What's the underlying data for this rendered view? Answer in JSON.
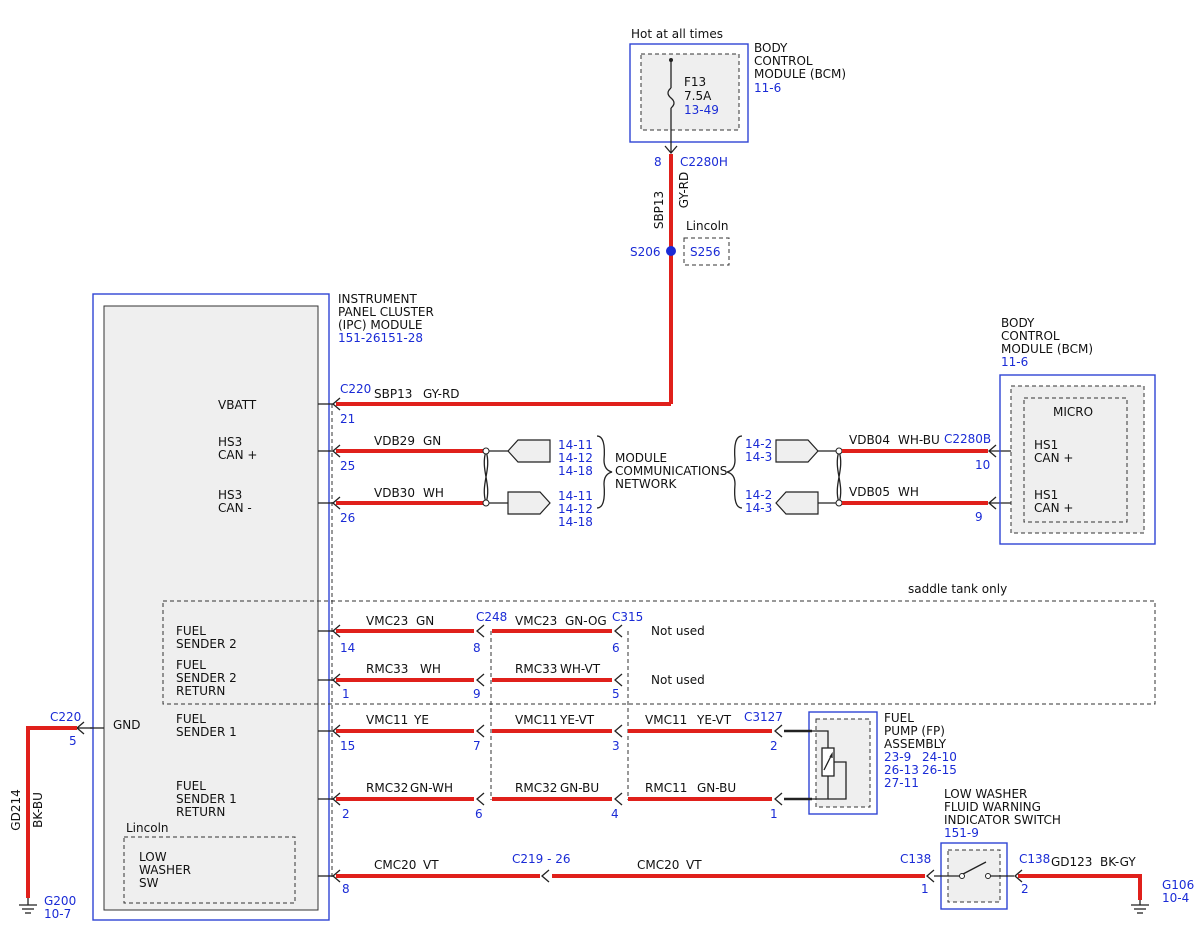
{
  "top": {
    "hot_label": "Hot at all times",
    "fuse_name": "F13",
    "fuse_rating": "7.5A",
    "fuse_ref": "13-49",
    "bcm_l1": "BODY",
    "bcm_l2": "CONTROL",
    "bcm_l3": "MODULE (BCM)",
    "bcm_ref": "11-6",
    "pin": "8",
    "conn": "C2280H",
    "circuit": "SBP13",
    "color": "GY-RD",
    "splice_tag": "Lincoln",
    "splice_id": "S206",
    "splice_alt": "S256"
  },
  "ipc": {
    "l1": "INSTRUMENT",
    "l2": "PANEL CLUSTER",
    "l3": "(IPC) MODULE",
    "ref": "151-26151-28",
    "vbatt": "VBATT",
    "hs3p_1": "HS3",
    "hs3p_2": "CAN +",
    "hs3m_1": "HS3",
    "hs3m_2": "CAN -",
    "fs2_1": "FUEL",
    "fs2_2": "SENDER 2",
    "fs2r_1": "FUEL",
    "fs2r_2": "SENDER 2",
    "fs2r_3": "RETURN",
    "gnd": "GND",
    "fs1_1": "FUEL",
    "fs1_2": "SENDER 1",
    "fs1r_1": "FUEL",
    "fs1r_2": "SENDER 1",
    "fs1r_3": "RETURN",
    "lw_tag": "Lincoln",
    "lw_1": "LOW",
    "lw_2": "WASHER",
    "lw_3": "SW"
  },
  "vbatt_row": {
    "conn": "C220",
    "pin": "21",
    "circuit": "SBP13",
    "color": "GY-RD"
  },
  "can": {
    "left_p_pin": "25",
    "left_p_circuit": "VDB29",
    "left_p_color": "GN",
    "left_m_pin": "26",
    "left_m_circuit": "VDB30",
    "left_m_color": "WH",
    "refs_a1": "14-11",
    "refs_a2": "14-12",
    "refs_a3": "14-18",
    "refs_b1": "14-11",
    "refs_b2": "14-12",
    "refs_b3": "14-18",
    "mcn_1": "MODULE",
    "mcn_2": "COMMUNICATIONS",
    "mcn_3": "NETWORK",
    "r_refs_a1": "14-2",
    "r_refs_a2": "14-3",
    "r_refs_b1": "14-2",
    "r_refs_b2": "14-3",
    "right_p_circuit": "VDB04",
    "right_p_color": "WH-BU",
    "right_p_pin": "10",
    "right_m_circuit": "VDB05",
    "right_m_color": "WH",
    "right_m_pin": "9",
    "right_conn": "C2280B"
  },
  "bcm_right": {
    "l1": "BODY",
    "l2": "CONTROL",
    "l3": "MODULE (BCM)",
    "ref": "11-6",
    "micro": "MICRO",
    "hs1a_1": "HS1",
    "hs1a_2": "CAN +",
    "hs1b_1": "HS1",
    "hs1b_2": "CAN +"
  },
  "saddle": {
    "label": "saddle tank only",
    "not_used_1": "Not used",
    "not_used_2": "Not used"
  },
  "rows": {
    "r14_pin": "14",
    "r14_c1": "VMC23",
    "r14_col1": "GN",
    "c248": "C248",
    "r14_mid_pin": "8",
    "r14_c2": "VMC23",
    "r14_col2": "GN-OG",
    "c315": "C315",
    "r14_end_pin": "6",
    "r1_pin": "1",
    "r1_c1": "RMC33",
    "r1_col1": "WH",
    "r1_mid_pin": "9",
    "r1_c2": "RMC33",
    "r1_col2": "WH-VT",
    "r1_end_pin": "5",
    "r15_pin": "15",
    "r15_c1": "VMC11",
    "r15_col1": "YE",
    "r15_mid_pin": "7",
    "r15_c2": "VMC11",
    "r15_col2": "YE-VT",
    "r15_p3": "3",
    "r15_c3": "VMC11",
    "r15_col3": "YE-VT",
    "c3127": "C3127",
    "r15_fp_pin": "2",
    "r2_pin": "2",
    "r2_c1": "RMC32",
    "r2_col1": "GN-WH",
    "r2_mid_pin": "6",
    "r2_c2": "RMC32",
    "r2_col2": "GN-BU",
    "r2_p4": "4",
    "r2_c3": "RMC11",
    "r2_col3": "GN-BU",
    "r2_fp_pin": "1",
    "r8_pin": "8",
    "r8_c1": "CMC20",
    "r8_col1": "VT",
    "c219": "C219 - 26",
    "r8_c2": "CMC20",
    "r8_col2": "VT",
    "c138a": "C138",
    "c138a_pin": "1",
    "c138b": "C138",
    "c138b_pin": "2",
    "gd123": "GD123",
    "gd123_color": "BK-GY"
  },
  "fuel_pump": {
    "l1": "FUEL",
    "l2": "PUMP (FP)",
    "l3": "ASSEMBLY",
    "refs1": "23-9",
    "refs2": "24-10",
    "refs3": "26-13",
    "refs4": "26-15",
    "refs5": "27-11"
  },
  "washer": {
    "l1": "LOW WASHER",
    "l2": "FLUID WARNING",
    "l3": "INDICATOR SWITCH",
    "ref": "151-9"
  },
  "ground_left": {
    "conn": "C220",
    "pin": "5",
    "circuit": "GD214",
    "color": "BK-BU",
    "ground": "G200",
    "ground_ref": "10-7"
  },
  "ground_right": {
    "ground": "G106",
    "ground_ref": "10-4"
  }
}
